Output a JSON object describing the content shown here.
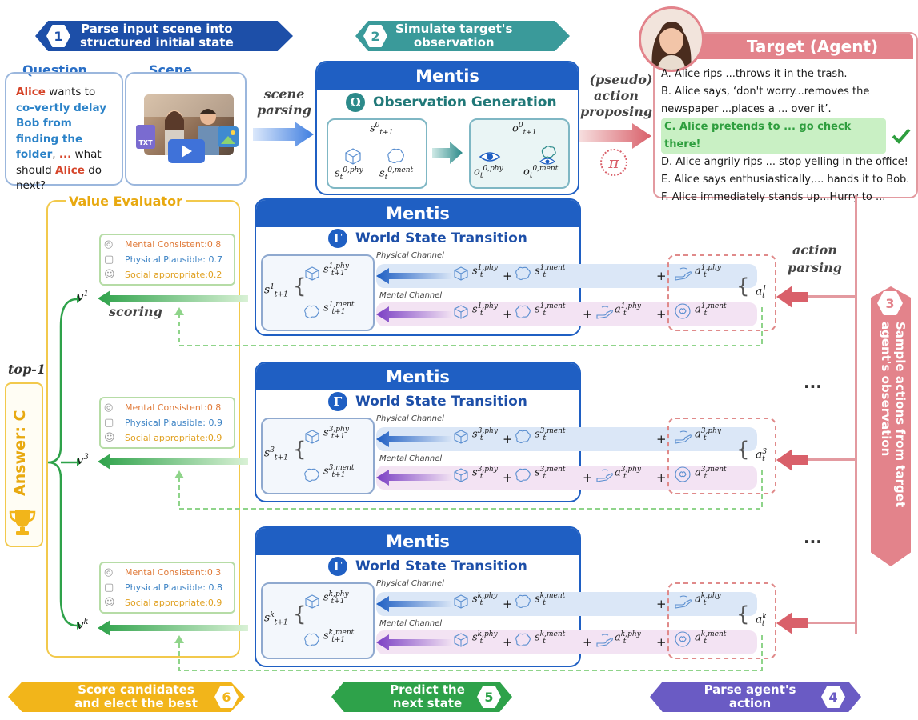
{
  "banners": {
    "b1": {
      "num": "1",
      "line1": "Parse input scene into",
      "line2": "structured initial state",
      "color": "#1d4fa8"
    },
    "b2": {
      "num": "2",
      "line1": "Simulate target's",
      "line2": "observation",
      "color": "#3a9a9a"
    },
    "b4": {
      "num": "4",
      "line1": "Parse agent's",
      "line2": "action",
      "color": "#6a5bc4"
    },
    "b5": {
      "num": "5",
      "line1": "Predict the",
      "line2": "next state",
      "color": "#2ea24a"
    },
    "b6": {
      "num": "6",
      "line1": "Score candidates",
      "line2": "and elect the best",
      "color": "#f2b51a"
    }
  },
  "question": {
    "title": "Question",
    "w1": "Alice",
    "w2": " wants to ",
    "w3": "co-vertly delay Bob from finding the folder",
    "w4": ", ",
    "w5": "...",
    "w6": " what should ",
    "w7": "Alice",
    "w8": " do next?"
  },
  "scene": {
    "title": "Scene",
    "txt_label": "TXT"
  },
  "arrows": {
    "scene_parsing": "scene parsing",
    "pseudo": "(pseudo)",
    "action_proposing": "action proposing",
    "pi": "π",
    "action_parsing": "action parsing",
    "scoring": "scoring",
    "top1": "top-1",
    "ellipsis": "..."
  },
  "mentis_obs": {
    "title": "Mentis",
    "omega": "Ω",
    "subtitle": "Observation Generation"
  },
  "target": {
    "title": "Target (Agent)",
    "options": [
      "A. Alice rips ...throws it in the trash.",
      "B. Alice says, ‘don't worry...removes the newspaper ...places a ... over it’.",
      "C. Alice pretends to ... go check there!",
      "D. Alice angrily rips ... stop yelling in the office!",
      "E. Alice says enthusiastically,... hands it to Bob.",
      "F. Alice immediately stands up...Hurry to ..."
    ]
  },
  "value_evaluator": {
    "title": "Value Evaluator",
    "answer": "Answer: C",
    "labels": {
      "mc": "Mental Consistent:",
      "pp": "Physical Plausible:",
      "sa": "Social appropriate:"
    },
    "scores": [
      {
        "mc": "0.8",
        "pp": "0.7",
        "sa": "0.2",
        "v": "1"
      },
      {
        "mc": "0.8",
        "pp": "0.9",
        "sa": "0.9",
        "v": "3"
      },
      {
        "mc": "0.3",
        "pp": "0.8",
        "sa": "0.9",
        "v": "k"
      }
    ]
  },
  "transition": {
    "title": "Mentis",
    "gamma": "Γ",
    "subtitle": "World State Transition",
    "physical": "Physical Channel",
    "mental": "Mental Channel",
    "ids": [
      "1",
      "3",
      "k"
    ]
  },
  "side3": {
    "num": "3",
    "text": "Sample actions from target agent's observation"
  }
}
